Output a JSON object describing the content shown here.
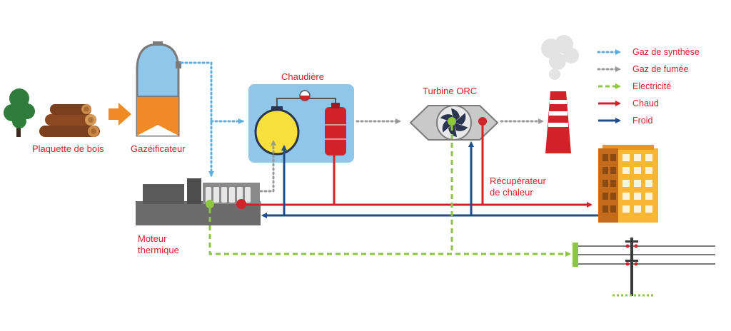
{
  "labels": {
    "wood": "Plaquette de bois",
    "gasifier": "Gazéificateur",
    "boiler": "Chaudière",
    "turbine": "Turbine ORC",
    "recuperator_line1": "Récupérateur",
    "recuperator_line2": "de chaleur",
    "engine_line1": "Moteur",
    "engine_line2": "thermique"
  },
  "legend": [
    {
      "label": "Gaz de synthèse",
      "style": "dotted",
      "color": "#5aaee0"
    },
    {
      "label": "Gaz de fumée",
      "style": "dotted",
      "color": "#9a9a9a"
    },
    {
      "label": "Electricité",
      "style": "dashed",
      "color": "#8dc63f"
    },
    {
      "label": "Chaud",
      "style": "solid",
      "color": "#d2232a"
    },
    {
      "label": "Froid",
      "style": "solid",
      "color": "#1f4e8c"
    }
  ],
  "colors": {
    "hot": "#d2232a",
    "cold": "#1f4e8c",
    "syngas": "#5aaee0",
    "flue": "#9a9a9a",
    "electric": "#8dc63f",
    "label_text": "#d2232a"
  }
}
